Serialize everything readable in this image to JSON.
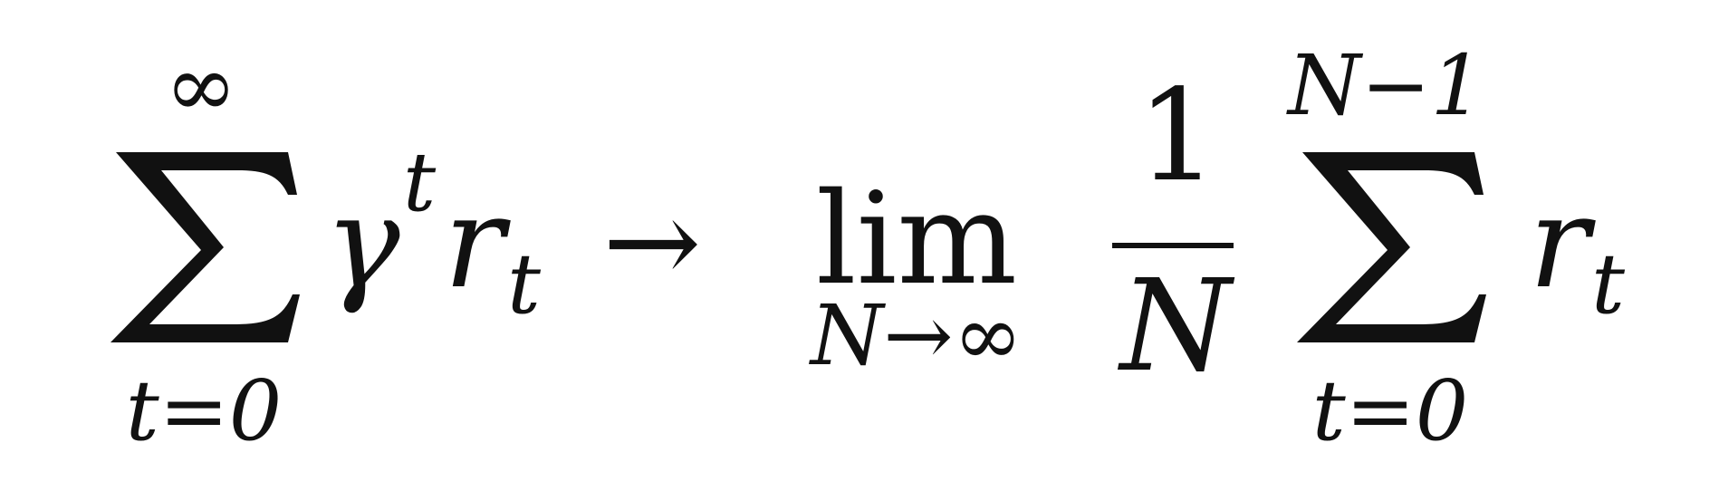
{
  "equation": {
    "lhs": {
      "sum_upper": "∞",
      "sum_lower": "t=0",
      "discount": "γ",
      "discount_exp": "t",
      "reward": "r",
      "reward_sub": "t"
    },
    "arrow": "→",
    "rhs": {
      "lim": "lim",
      "lim_sub": "N→∞",
      "numerator": "1",
      "denominator": "N",
      "sum_upper": "N−1",
      "sum_lower": "t=0",
      "reward": "r",
      "reward_sub": "t"
    }
  }
}
